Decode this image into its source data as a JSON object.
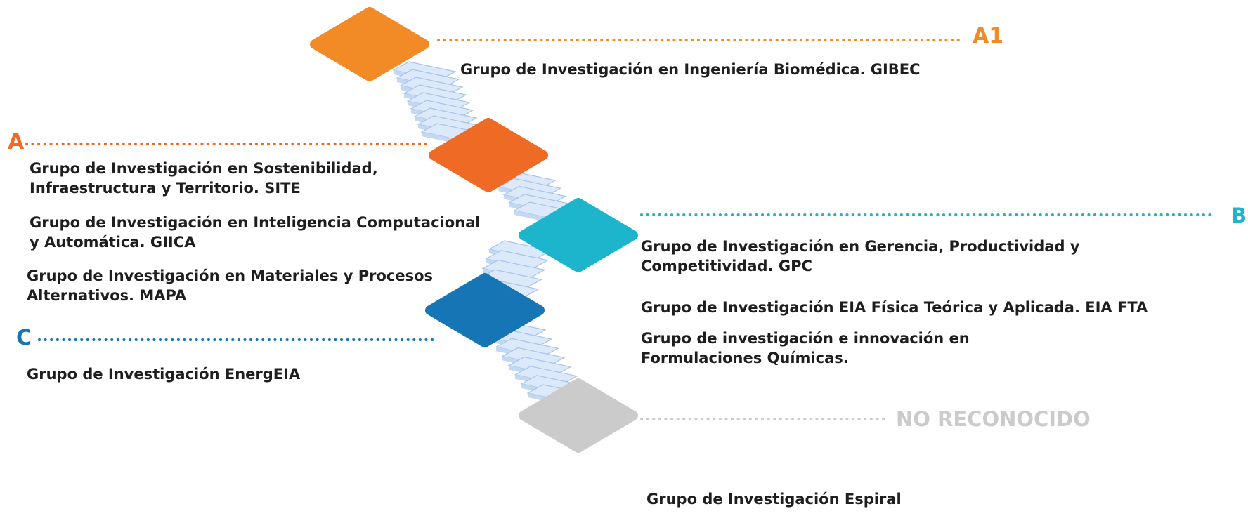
{
  "levels": [
    {
      "key": "a1",
      "label": "A1",
      "color": "#f28a26",
      "groups": [
        "Grupo de Investigación en Ingeniería Biomédica. GIBEC"
      ]
    },
    {
      "key": "a",
      "label": "A",
      "color": "#ef6a24",
      "groups": [
        "Grupo de Investigación en Sostenibilidad,\nInfraestructura y Territorio. SITE",
        "Grupo de Investigación en Inteligencia Computacional\ny Automática. GIICA",
        "Grupo de Investigación en Materiales y Procesos\nAlternativos. MAPA"
      ]
    },
    {
      "key": "b",
      "label": "B",
      "color": "#1cb5cc",
      "groups": [
        "Grupo de Investigación en Gerencia, Productividad y\nCompetitividad. GPC",
        "Grupo de Investigación EIA Física Teórica y Aplicada. EIA FTA",
        "Grupo de investigación e innovación en\nFormulaciones Químicas."
      ]
    },
    {
      "key": "c",
      "label": "C",
      "color": "#1575b5",
      "groups": [
        "Grupo de Investigación EnergEIA"
      ]
    },
    {
      "key": "nr",
      "label": "NO RECONOCIDO",
      "color": "#cbcbcb",
      "groups": [
        "Grupo de Investigación Espiral"
      ]
    }
  ],
  "colors": {
    "stairs_light": "#dce9fa",
    "stairs_mid": "#c3d8f3",
    "stairs_dark": "#a7c3e9",
    "text": "#1e1e1e"
  }
}
